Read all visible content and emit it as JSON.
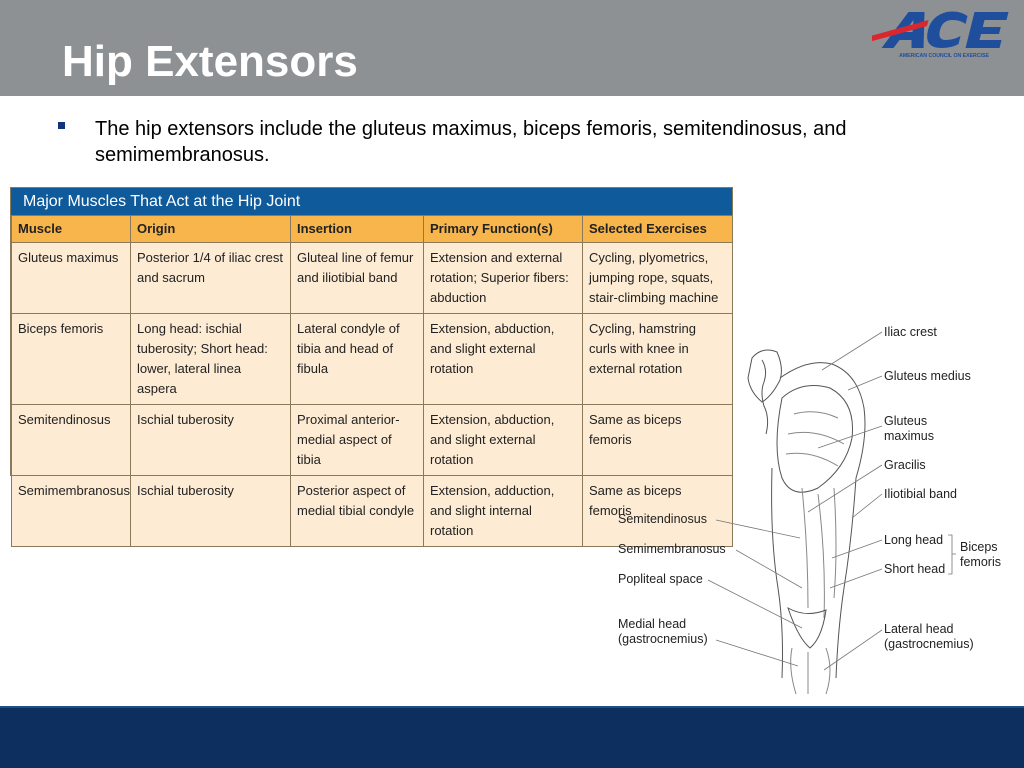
{
  "slide": {
    "title": "Hip Extensors",
    "logo_text": "ACE",
    "logo_subtext": "AMERICAN COUNCIL ON EXERCISE",
    "bullet": "The hip extensors include the gluteus maximus, biceps femoris, semitendinosus, and semimembranosus."
  },
  "table": {
    "caption": "Major Muscles That Act at the Hip Joint",
    "headers": [
      "Muscle",
      "Origin",
      "Insertion",
      "Primary Function(s)",
      "Selected Exercises"
    ],
    "rows": [
      [
        "Gluteus maximus",
        "Posterior 1/4 of iliac crest and sacrum",
        "Gluteal line of femur and iliotibial band",
        "Extension and external rotation; Superior fibers: abduction",
        "Cycling, plyometrics, jumping rope, squats, stair-climbing machine"
      ],
      [
        "Biceps femoris",
        "Long head: ischial tuberosity; Short head: lower, lateral linea aspera",
        "Lateral condyle of tibia and head of fibula",
        "Extension, abduction, and slight external rotation",
        "Cycling, hamstring curls with knee in external rotation"
      ],
      [
        "Semitendinosus",
        "Ischial tuberosity",
        "Proximal anterior-medial aspect of tibia",
        "Extension, abduction, and slight external rotation",
        "Same as biceps femoris"
      ],
      [
        "Semimembranosus",
        "Ischial tuberosity",
        "Posterior aspect of medial tibial condyle",
        "Extension, adduction, and slight internal rotation",
        "Same as biceps femoris"
      ]
    ]
  },
  "illustration": {
    "labels_right": {
      "iliac_crest": "Iliac crest",
      "gluteus_medius": "Gluteus medius",
      "gluteus_maximus_1": "Gluteus",
      "gluteus_maximus_2": "maximus",
      "gracilis": "Gracilis",
      "iliotibial_band": "Iliotibial band",
      "long_head": "Long head",
      "short_head": "Short head",
      "biceps_1": "Biceps",
      "biceps_2": "femoris",
      "lateral_head_1": "Lateral head",
      "lateral_head_2": "(gastrocnemius)"
    },
    "labels_left": {
      "semitendinosus": "Semitendinosus",
      "semimembranosus": "Semimembranosus",
      "popliteal_space": "Popliteal space",
      "medial_head_1": "Medial head",
      "medial_head_2": "(gastrocnemius)"
    }
  },
  "colors": {
    "header_bg": "#8e9193",
    "footer_bg": "#0d2f5f",
    "table_caption_bg": "#0e5a9a",
    "table_header_bg": "#f7b54b",
    "table_cell_bg": "#fdebd3",
    "logo_blue": "#1f4e9c",
    "logo_red": "#d8272e"
  }
}
